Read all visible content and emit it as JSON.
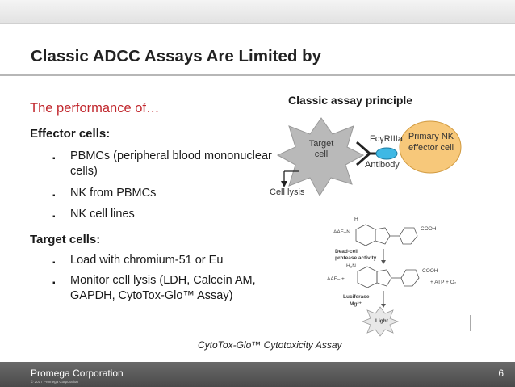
{
  "slide": {
    "title": "Classic ADCC Assays Are Limited by",
    "subtitle": "The performance of…",
    "effector_heading": "Effector cells:",
    "effector_items": [
      "PBMCs (peripheral blood mononuclear cells)",
      "NK from PBMCs",
      "NK cell lines"
    ],
    "target_heading": "Target cells:",
    "target_items": [
      "Load with chromium-51 or Eu",
      "Monitor cell lysis (LDH, Calcein AM, GAPDH, CytoTox-Glo™ Assay)"
    ],
    "bullet_glyph": "▪"
  },
  "diagram": {
    "title": "Classic assay principle",
    "target_cell": "Target cell",
    "receptor": "FcγRIIIa",
    "antibody": "Antibody",
    "effector_cell": "Primary NK effector cell",
    "lysis": "Cell lysis",
    "colors": {
      "target_fill": "#b9b9b9",
      "effector_fill": "#f7c87a",
      "antibody_fill": "#3fb8e4"
    }
  },
  "assay": {
    "label_aafn": "AAF–N",
    "label_h": "H",
    "label_cooh_1": "COOH",
    "label_dead_cell": "Dead-cell",
    "label_protease": "protease activity",
    "label_aaf": "AAF– +",
    "label_h2n": "H₂N",
    "label_cooh_2": "COOH",
    "label_atp": "+ ATP + O₂",
    "label_luciferase": "Luciferase",
    "label_mg": "Mg²⁺",
    "label_light": "Light",
    "caption": "CytoTox-Glo™ Cytotoxicity Assay"
  },
  "footer": {
    "company": "Promega Corporation",
    "copyright": "© 2017 Promega Corporation",
    "page_number": "6"
  }
}
